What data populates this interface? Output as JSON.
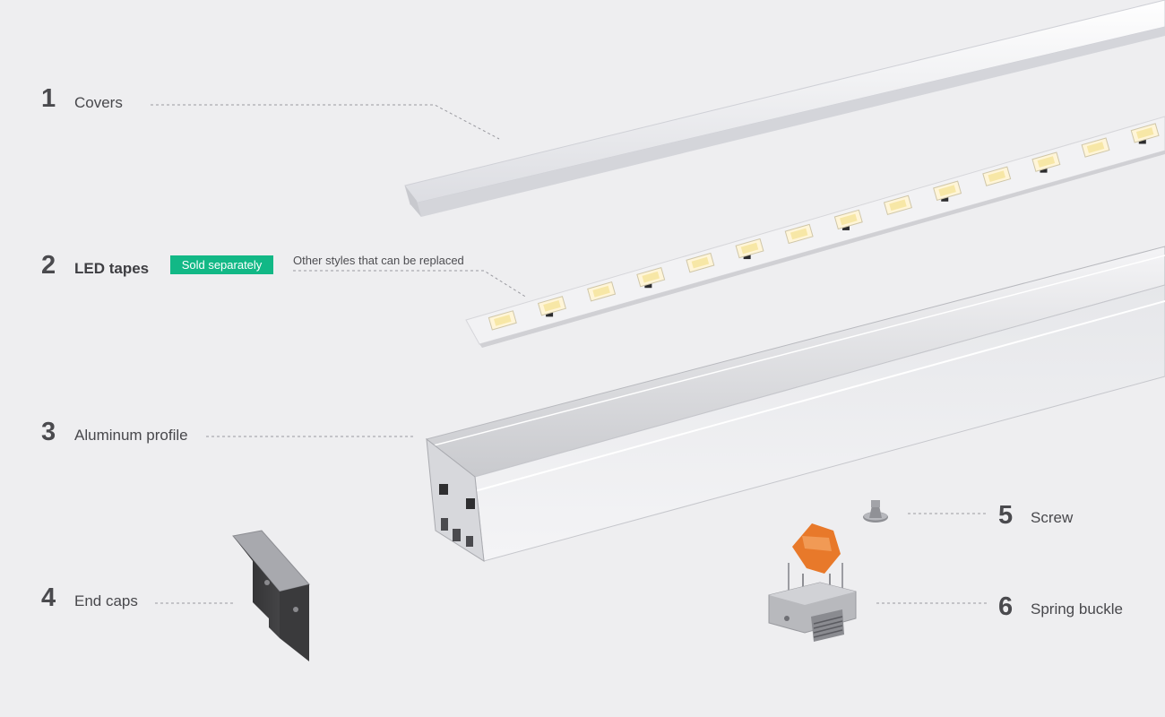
{
  "parts": [
    {
      "number": "1",
      "label": "Covers"
    },
    {
      "number": "2",
      "label": "LED tapes",
      "badge": "Sold separately",
      "note": "Other styles that can be replaced"
    },
    {
      "number": "3",
      "label": "Aluminum profile"
    },
    {
      "number": "4",
      "label": "End caps"
    },
    {
      "number": "5",
      "label": "Screw"
    },
    {
      "number": "6",
      "label": "Spring buckle"
    }
  ],
  "colors": {
    "background": "#eeeef0",
    "badge": "#12b886",
    "spring_buckle_clip": "#e8792a"
  },
  "icons": [
    "cover-strip",
    "led-strip",
    "aluminum-profile",
    "end-cap",
    "screw",
    "spring-buckle"
  ]
}
